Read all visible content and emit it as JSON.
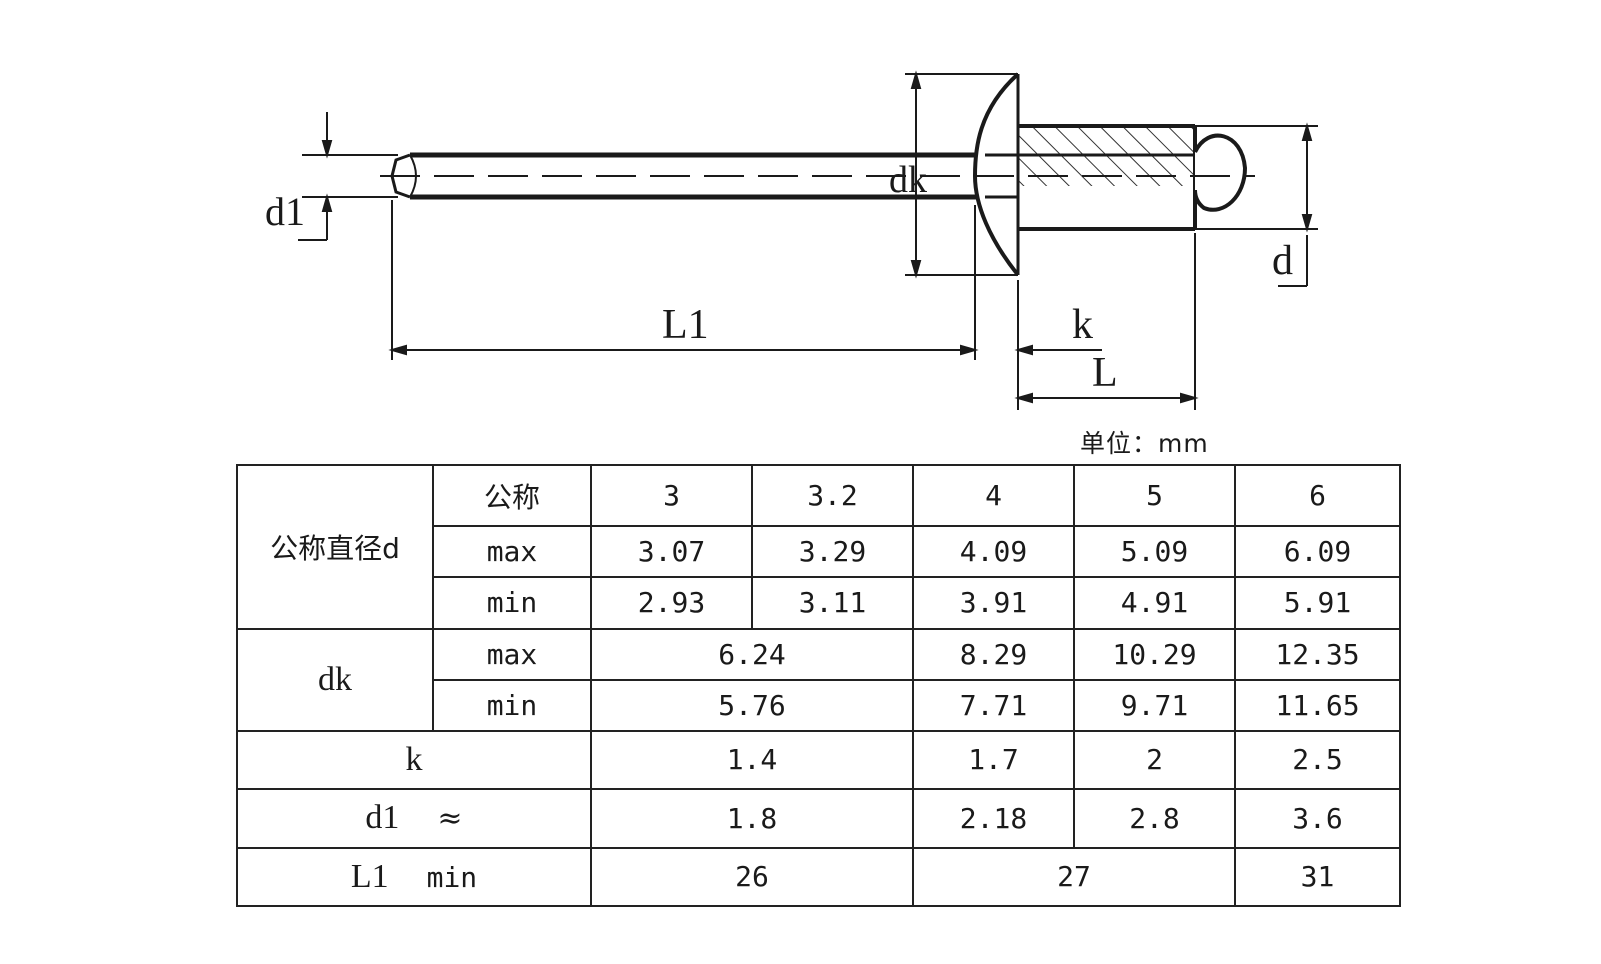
{
  "diagram": {
    "labels": {
      "d1": "d1",
      "dk": "dk",
      "d": "d",
      "L1": "L1",
      "k": "k",
      "L": "L"
    }
  },
  "unit_label": "单位：mm",
  "table": {
    "nominal_diameter_label": "公称直径d",
    "nominal_label": "公称",
    "max_label": "max",
    "min_label": "min",
    "nominal_values": [
      "3",
      "3.2",
      "4",
      "5",
      "6"
    ],
    "d_max": [
      "3.07",
      "3.29",
      "4.09",
      "5.09",
      "6.09"
    ],
    "d_min": [
      "2.93",
      "3.11",
      "3.91",
      "4.91",
      "5.91"
    ],
    "dk_label": "dk",
    "dk_max": [
      "6.24",
      "8.29",
      "10.29",
      "12.35"
    ],
    "dk_min": [
      "5.76",
      "7.71",
      "9.71",
      "11.65"
    ],
    "k_label": "k",
    "k": [
      "1.4",
      "1.7",
      "2",
      "2.5"
    ],
    "d1_label": "d1",
    "approx_label": "≈",
    "d1": [
      "1.8",
      "2.18",
      "2.8",
      "3.6"
    ],
    "L1_label": "L1",
    "L1_min_label": "min",
    "L1_min": [
      "26",
      "27",
      "31"
    ]
  }
}
